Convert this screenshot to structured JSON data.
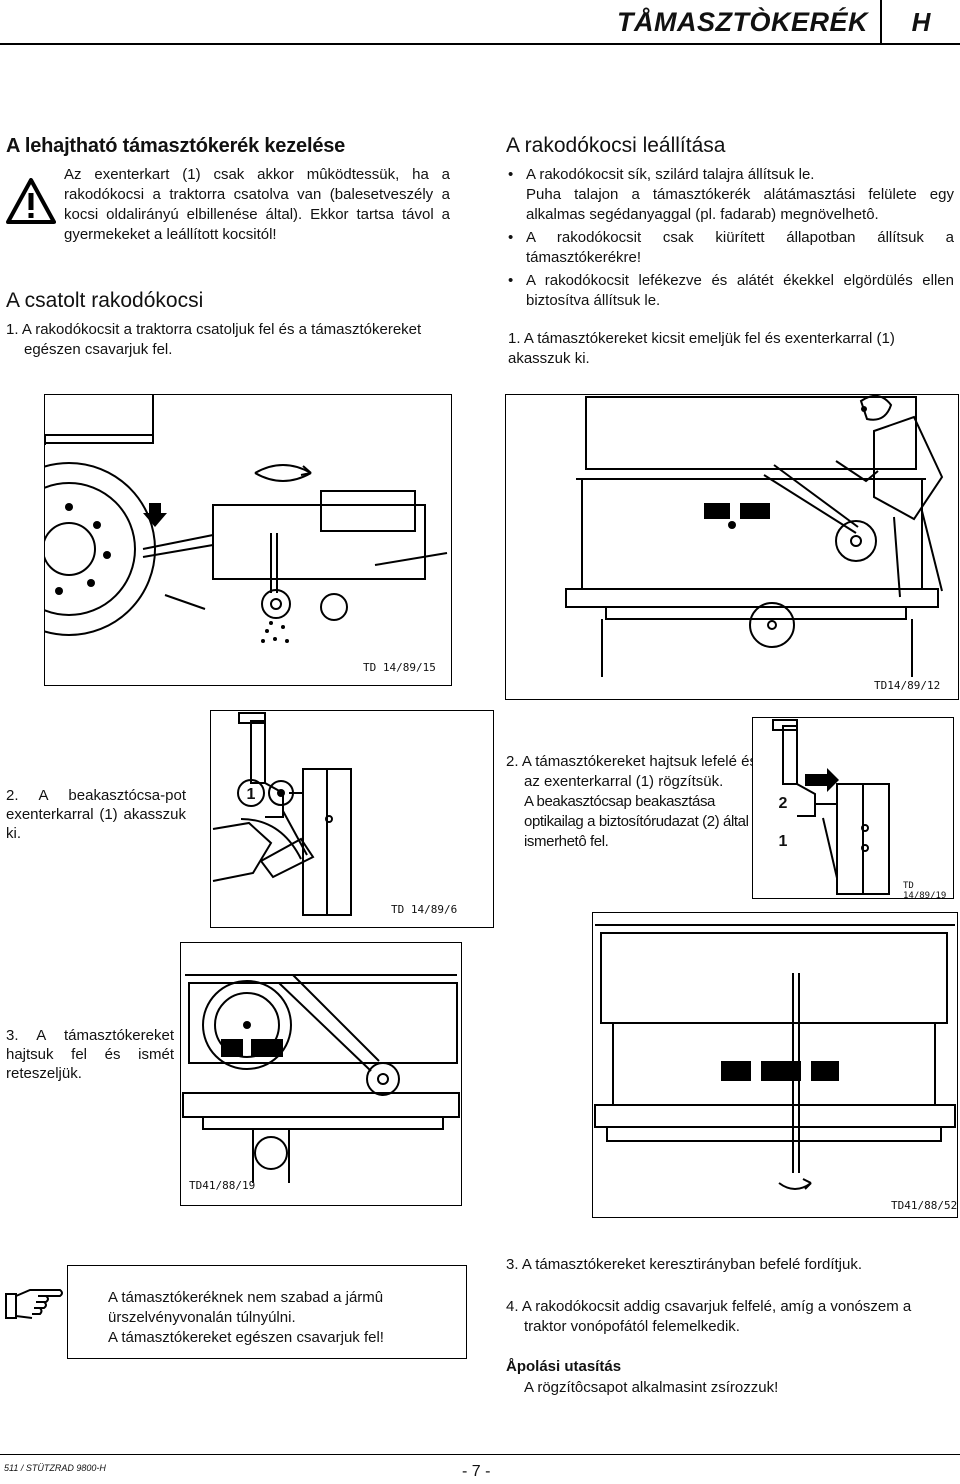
{
  "header": {
    "title": "TÅMASZTÒKERÉK",
    "lang": "H"
  },
  "left": {
    "heading": "A lehajtható támasztókerék kezelése",
    "warning": "Az exenterkart (1) csak akkor mûködtessük, ha a rakodókocsi a traktorra csatolva van (balesetveszély a kocsi oldalirányú elbillenése által). Ekkor tartsa távol a gyermekeket a leállított kocsitól!",
    "subheading": "A csatolt rakodókocsi",
    "step1": "1. A rakodókocsit a traktorra csatoljuk fel és a támasztókereket egészen csavarjuk fel."
  },
  "right": {
    "heading": "A rakodókocsi leállítása",
    "bullets": [
      "A rakodókocsit sík, szilárd talajra állítsuk le.",
      "A rakodókocsit csak kiürített állapotban állítsuk a támasztókerékre!",
      "A rakodókocsit lefékezve és alátét ékekkel elgördülés ellen biztosítva állítsuk le."
    ],
    "bullet1_note": "Puha talajon a támasztókerék alátámasztási felülete egy alkalmas segédanyaggal (pl. fadarab) megnövelhetô.",
    "step1": "1. A támasztókereket kicsit emeljük fel és exenterkarral (1) akasszuk ki."
  },
  "figures": {
    "fig1_code": "TD 14/89/15",
    "fig2_code": "TD14/89/12",
    "fig3_code": "TD 14/89/6",
    "fig3_label": "1",
    "fig4_code": "TD 14/89/19",
    "fig4_label_a": "2",
    "fig4_label_b": "1",
    "fig5_code": "TD41/88/19",
    "fig6_code": "TD41/88/52"
  },
  "steps": {
    "s2_left": "2. A beakasztócsa-pot exenterkarral (1) akasszuk ki.",
    "s2_right_a": "2. A támasztókereket hajtsuk lefelé és az exenterkarral (1) rögzítsük.",
    "s2_right_b": "A beakasztócsap beakasztása optikailag a biztosítórudazat (2) által ismerhetô fel.",
    "s3_left": "3. A támasztókereket hajtsuk fel és ismét reteszeljük."
  },
  "note": {
    "line1": "A támasztókeréknek nem szabad a jármû ürszelvényvonalán túlnyúlni.",
    "line2": "A támasztókereket egészen csavarjuk fel!"
  },
  "bottom_right": {
    "step3": "3. A támasztókereket keresztirányban befelé fordítjuk.",
    "step4": "4. A rakodókocsit addig csavarjuk felfelé, amíg a vonószem a traktor vonópofától felemelkedik.",
    "care_heading": "Åpolási utasítás",
    "care_text": "A rögzítôcsapot alkalmasint zsírozzuk!"
  },
  "footer": {
    "left": "511 / STÜTZRAD 9800-H",
    "page": "- 7 -"
  }
}
